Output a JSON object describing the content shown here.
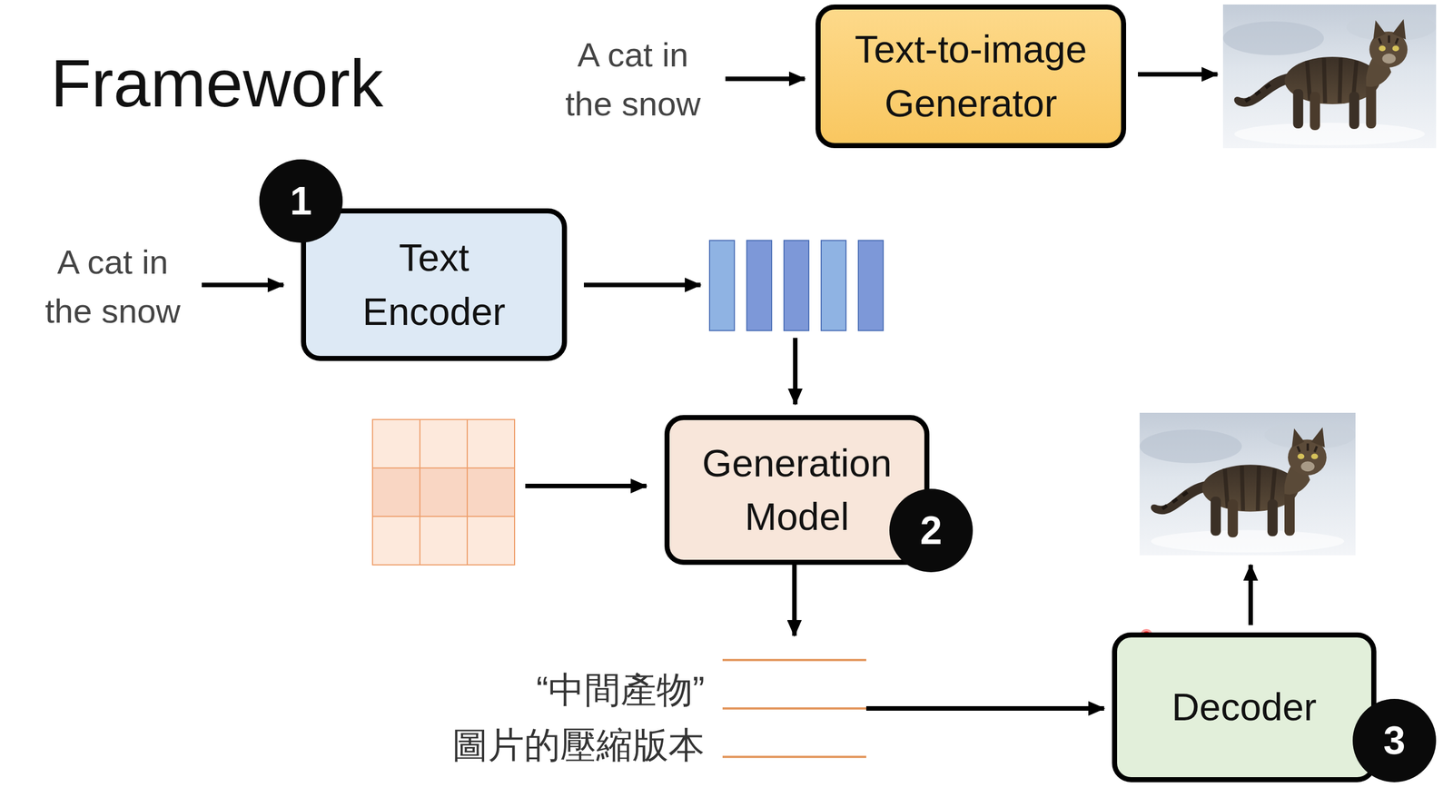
{
  "diagram": {
    "title": "Framework",
    "nodes": [
      {
        "text": [
          "Text-to-image Generator"
        ]
      },
      {
        "text": [
          "Text Encoder"
        ]
      },
      {
        "text": [
          "Generation Model"
        ]
      },
      {
        "text": [
          "“中間產物”",
          "圖片的壓縮版本"
        ]
      },
      {
        "text": [
          "Decoder"
        ]
      }
    ],
    "edges": [
      {
        "from": 2,
        "to": 3,
        "arrow": "to"
      },
      {
        "from": 3,
        "to": 4,
        "arrow": "to"
      }
    ],
    "labels": [
      "A cat in the snow",
      "A cat in the snow",
      "1",
      "2",
      "3"
    ]
  }
}
